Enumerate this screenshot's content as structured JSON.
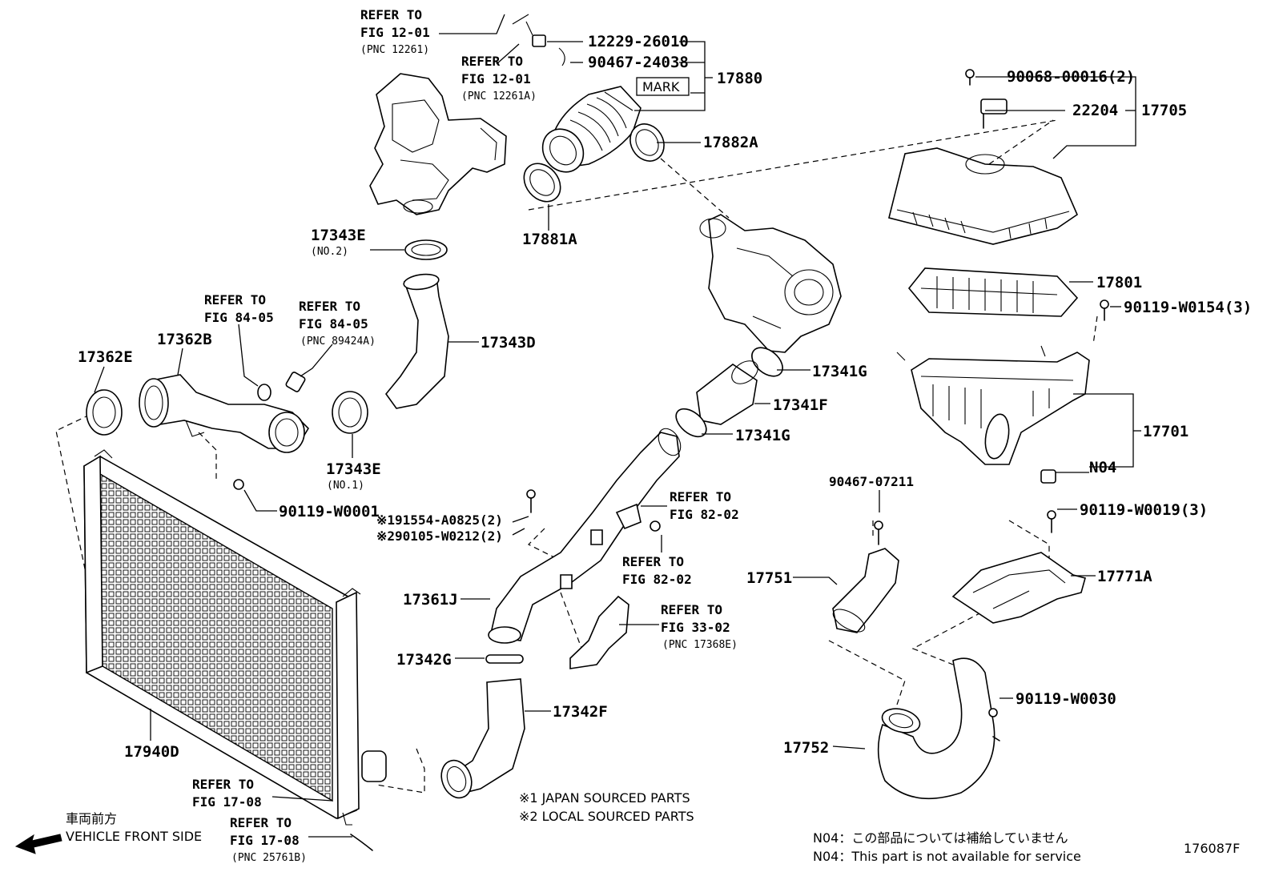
{
  "labels": {
    "p12229": "12229-26010",
    "p90467a": "90467-24038",
    "p17880": "17880",
    "mark": "MARK",
    "p17882a": "17882A",
    "p17881a": "17881A",
    "p90068": "90068-00016(2)",
    "p22204": "22204",
    "p17705": "17705",
    "p17343e_top": "17343E",
    "no2": "(NO.2)",
    "p17343d": "17343D",
    "p17801": "17801",
    "p90119_0154": "90119-W0154(3)",
    "p17362e": "17362E",
    "p17362b": "17362B",
    "p17341g_a": "17341G",
    "p17341f": "17341F",
    "p17341g_b": "17341G",
    "p17701": "17701",
    "p17343e_bot": "17343E",
    "no1": "(NO.1)",
    "pN04": "N04",
    "p90119_0001": "90119-W0001",
    "p90467b": "90467-07211",
    "p90119_0019": "90119-W0019(3)",
    "p191554": "※191554-A0825(2)",
    "p290105": "※290105-W0212(2)",
    "p17751": "17751",
    "p17771a": "17771A",
    "p17361j": "17361J",
    "p17342g": "17342G",
    "p17342f": "17342F",
    "p90119_0030": "90119-W0030",
    "p17940d": "17940D",
    "p17752": "17752"
  },
  "refs": {
    "r1": [
      "REFER TO",
      "FIG 12-01",
      "(PNC 12261)"
    ],
    "r2": [
      "REFER TO",
      "FIG 12-01",
      "(PNC 12261A)"
    ],
    "r3": [
      "REFER TO",
      "FIG 84-05"
    ],
    "r4": [
      "REFER TO",
      "FIG 84-05",
      "(PNC 89424A)"
    ],
    "r5": [
      "REFER TO",
      "FIG 82-02"
    ],
    "r6": [
      "REFER TO",
      "FIG 82-02"
    ],
    "r7": [
      "REFER TO",
      "FIG 33-02",
      "(PNC 17368E)"
    ],
    "r8": [
      "REFER TO",
      "FIG 17-08"
    ],
    "r9": [
      "REFER TO",
      "FIG 17-08",
      "(PNC 25761B)"
    ]
  },
  "notes": {
    "japan": "※1 JAPAN SOURCED PARTS",
    "local": "※2 LOCAL SOURCED PARTS",
    "n04_jp": "N04：この部品については補給していません",
    "n04_en": "N04：This part is not available for service",
    "front_jp": "車両前方",
    "front_en": "VEHICLE FRONT SIDE",
    "figure_id": "176087F"
  }
}
